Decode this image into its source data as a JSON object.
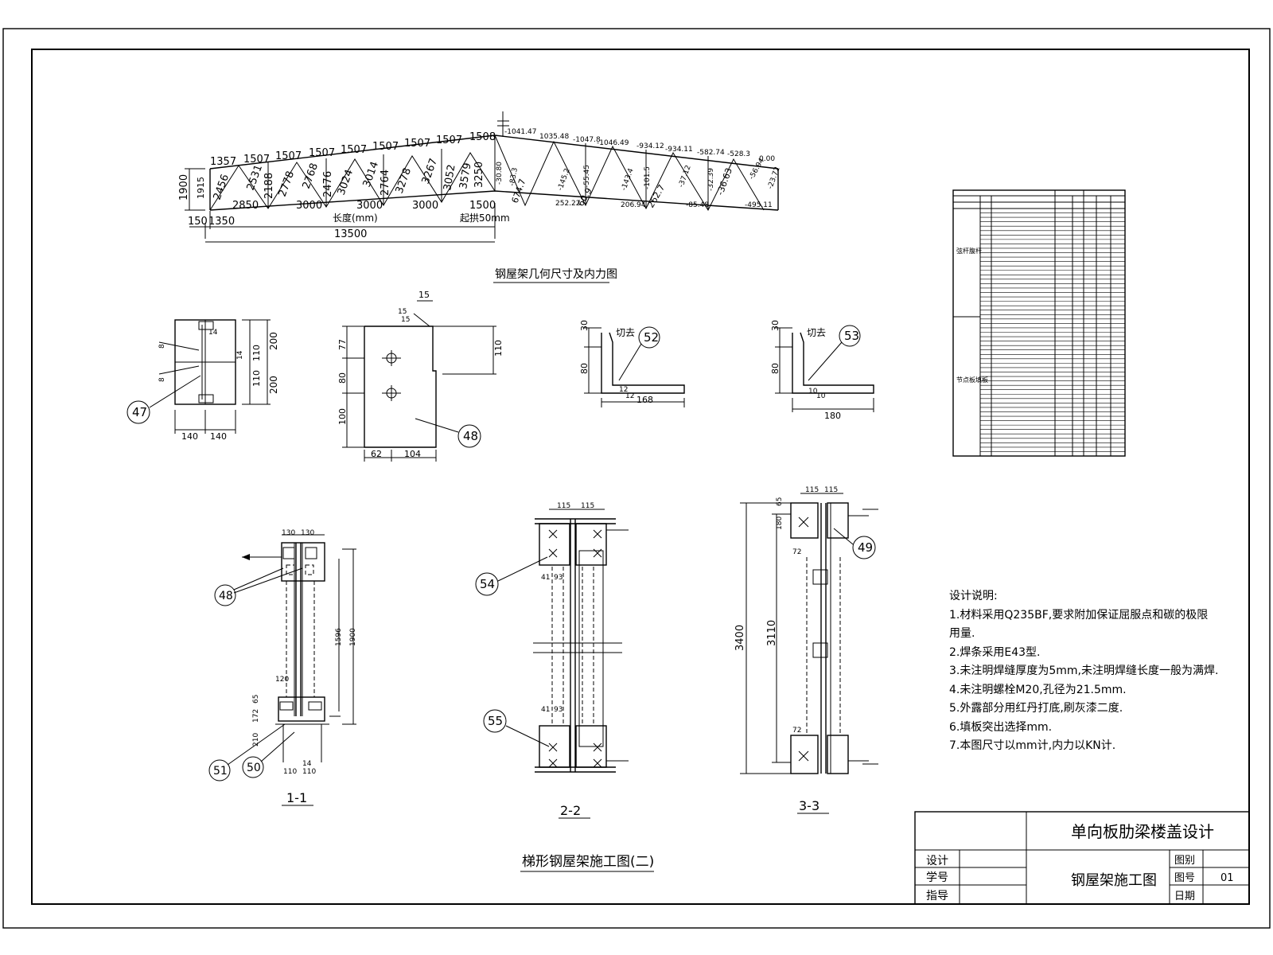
{
  "drawing_title": "梯形钢屋架施工图(二)",
  "project_title": "单向板肋梁楼盖设计",
  "sheet_name": "钢屋架施工图",
  "title_block": {
    "rows": [
      "设计",
      "学号",
      "指导"
    ],
    "labels": {
      "category": "图别",
      "number": "图号",
      "date": "日期"
    },
    "number_value": "01"
  },
  "truss": {
    "caption": "钢屋架几何尺寸及内力图",
    "top_chord_lengths": [
      "1357",
      "1507",
      "1507",
      "1507",
      "1507",
      "1507",
      "1507",
      "1507",
      "1508"
    ],
    "diagonals": [
      "2456",
      "2531",
      "2188",
      "2778",
      "2768",
      "2476",
      "3024",
      "3014",
      "2764",
      "3278",
      "3267",
      "3052",
      "3579",
      "3250"
    ],
    "height_labels": [
      "1900",
      "1915"
    ],
    "bottom_panels": [
      "2850",
      "3000",
      "3000",
      "3000",
      "1500"
    ],
    "bottom_offsets": [
      "150",
      "1350"
    ],
    "total_span": "13500",
    "length_unit": "长度(mm)",
    "camber": "起拱50mm",
    "top_forces": [
      "-1041.47",
      "1035.48",
      "-1047.8",
      "-1046.49",
      "-934.12",
      "-934.11",
      "-582.74",
      "-528.3",
      "0.00"
    ],
    "web_forces": [
      "-30.80",
      "-83.3",
      "-55.45",
      "-145.2",
      "-101.5",
      "-143.4",
      "-37.12",
      "-32.39",
      "-36.63",
      "-56.94",
      "-23.72"
    ],
    "bottom_forces": [
      "674.7",
      "252.22",
      "60.9",
      "206.94",
      "262.7",
      "-85.48",
      "-495.11"
    ]
  },
  "details": {
    "d47": {
      "tag": "47",
      "dims": [
        "200",
        "200",
        "110",
        "110",
        "140",
        "140",
        "14",
        "14",
        "8",
        "8"
      ]
    },
    "d48": {
      "tag": "48",
      "dims": [
        "15",
        "15",
        "15",
        "77",
        "80",
        "100",
        "110",
        "62",
        "104"
      ]
    },
    "d52": {
      "tag": "52",
      "cut": "切去",
      "dims": [
        "30",
        "80",
        "12",
        "12",
        "168"
      ]
    },
    "d53": {
      "tag": "53",
      "cut": "切去",
      "dims": [
        "30",
        "80",
        "10",
        "10",
        "180"
      ]
    }
  },
  "sections": {
    "s11": {
      "label": "1-1",
      "tags": [
        "48",
        "51",
        "50"
      ],
      "dims": [
        "130",
        "130",
        "1900",
        "1596",
        "120",
        "210",
        "172",
        "65",
        "14",
        "110",
        "110"
      ]
    },
    "s22": {
      "label": "2-2",
      "tags": [
        "54",
        "55"
      ],
      "dims": [
        "115",
        "115",
        "41",
        "93",
        "41",
        "93"
      ]
    },
    "s33": {
      "label": "3-3",
      "tags": [
        "49"
      ],
      "dims": [
        "115",
        "115",
        "3400",
        "3110",
        "72",
        "72",
        "180",
        "65"
      ]
    }
  },
  "notes": {
    "heading": "设计说明:",
    "items": [
      "1.材料采用Q235BF,要求附加保证屈服点和碳的极限",
      "用量.",
      "2.焊条采用E43型.",
      "3.未注明焊缝厚度为5mm,未注明焊缝长度一般为满焊.",
      "4.未注明螺栓M20,孔径为21.5mm.",
      "5.外露部分用红丹打底,刷灰漆二度.",
      "6.填板突出选择mm.",
      "7.本图尺寸以mm计,内力以KN计."
    ]
  },
  "material_table": {
    "group_labels": [
      "弦杆腹杆",
      "节点板填板"
    ],
    "row_count": 56
  }
}
